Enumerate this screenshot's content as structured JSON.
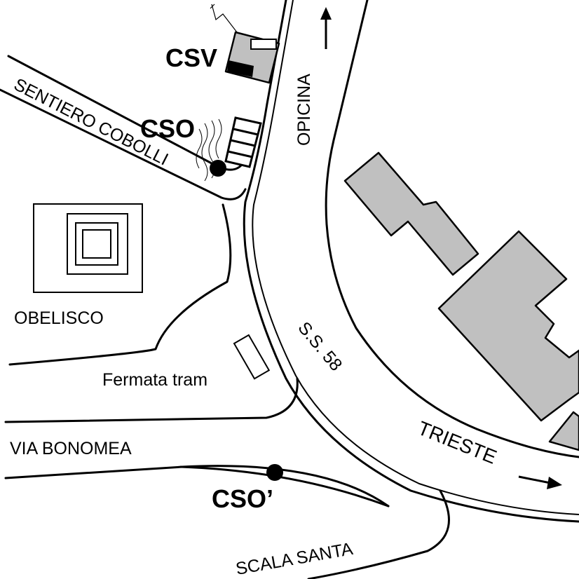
{
  "labels": {
    "csv": "CSV",
    "cso": "CSO",
    "cso_prime": "CSO’",
    "sentiero": "SENTIERO COBOLLI",
    "opicina": "OPICINA",
    "obelisco": "OBELISCO",
    "fermata": "Fermata tram",
    "ss58": "S.S. 58",
    "trieste": "TRIESTE",
    "bonomea": "VIA BONOMEA",
    "scala": "SCALA SANTA"
  },
  "colors": {
    "building_fill": "#c0c0c0",
    "csv_dark": "#000000",
    "line": "#000000",
    "background": "#ffffff"
  },
  "icons": {
    "station": "filled-circle",
    "instrument": "ladder-grid",
    "antenna": "zigzag-antenna",
    "direction": "arrow"
  }
}
